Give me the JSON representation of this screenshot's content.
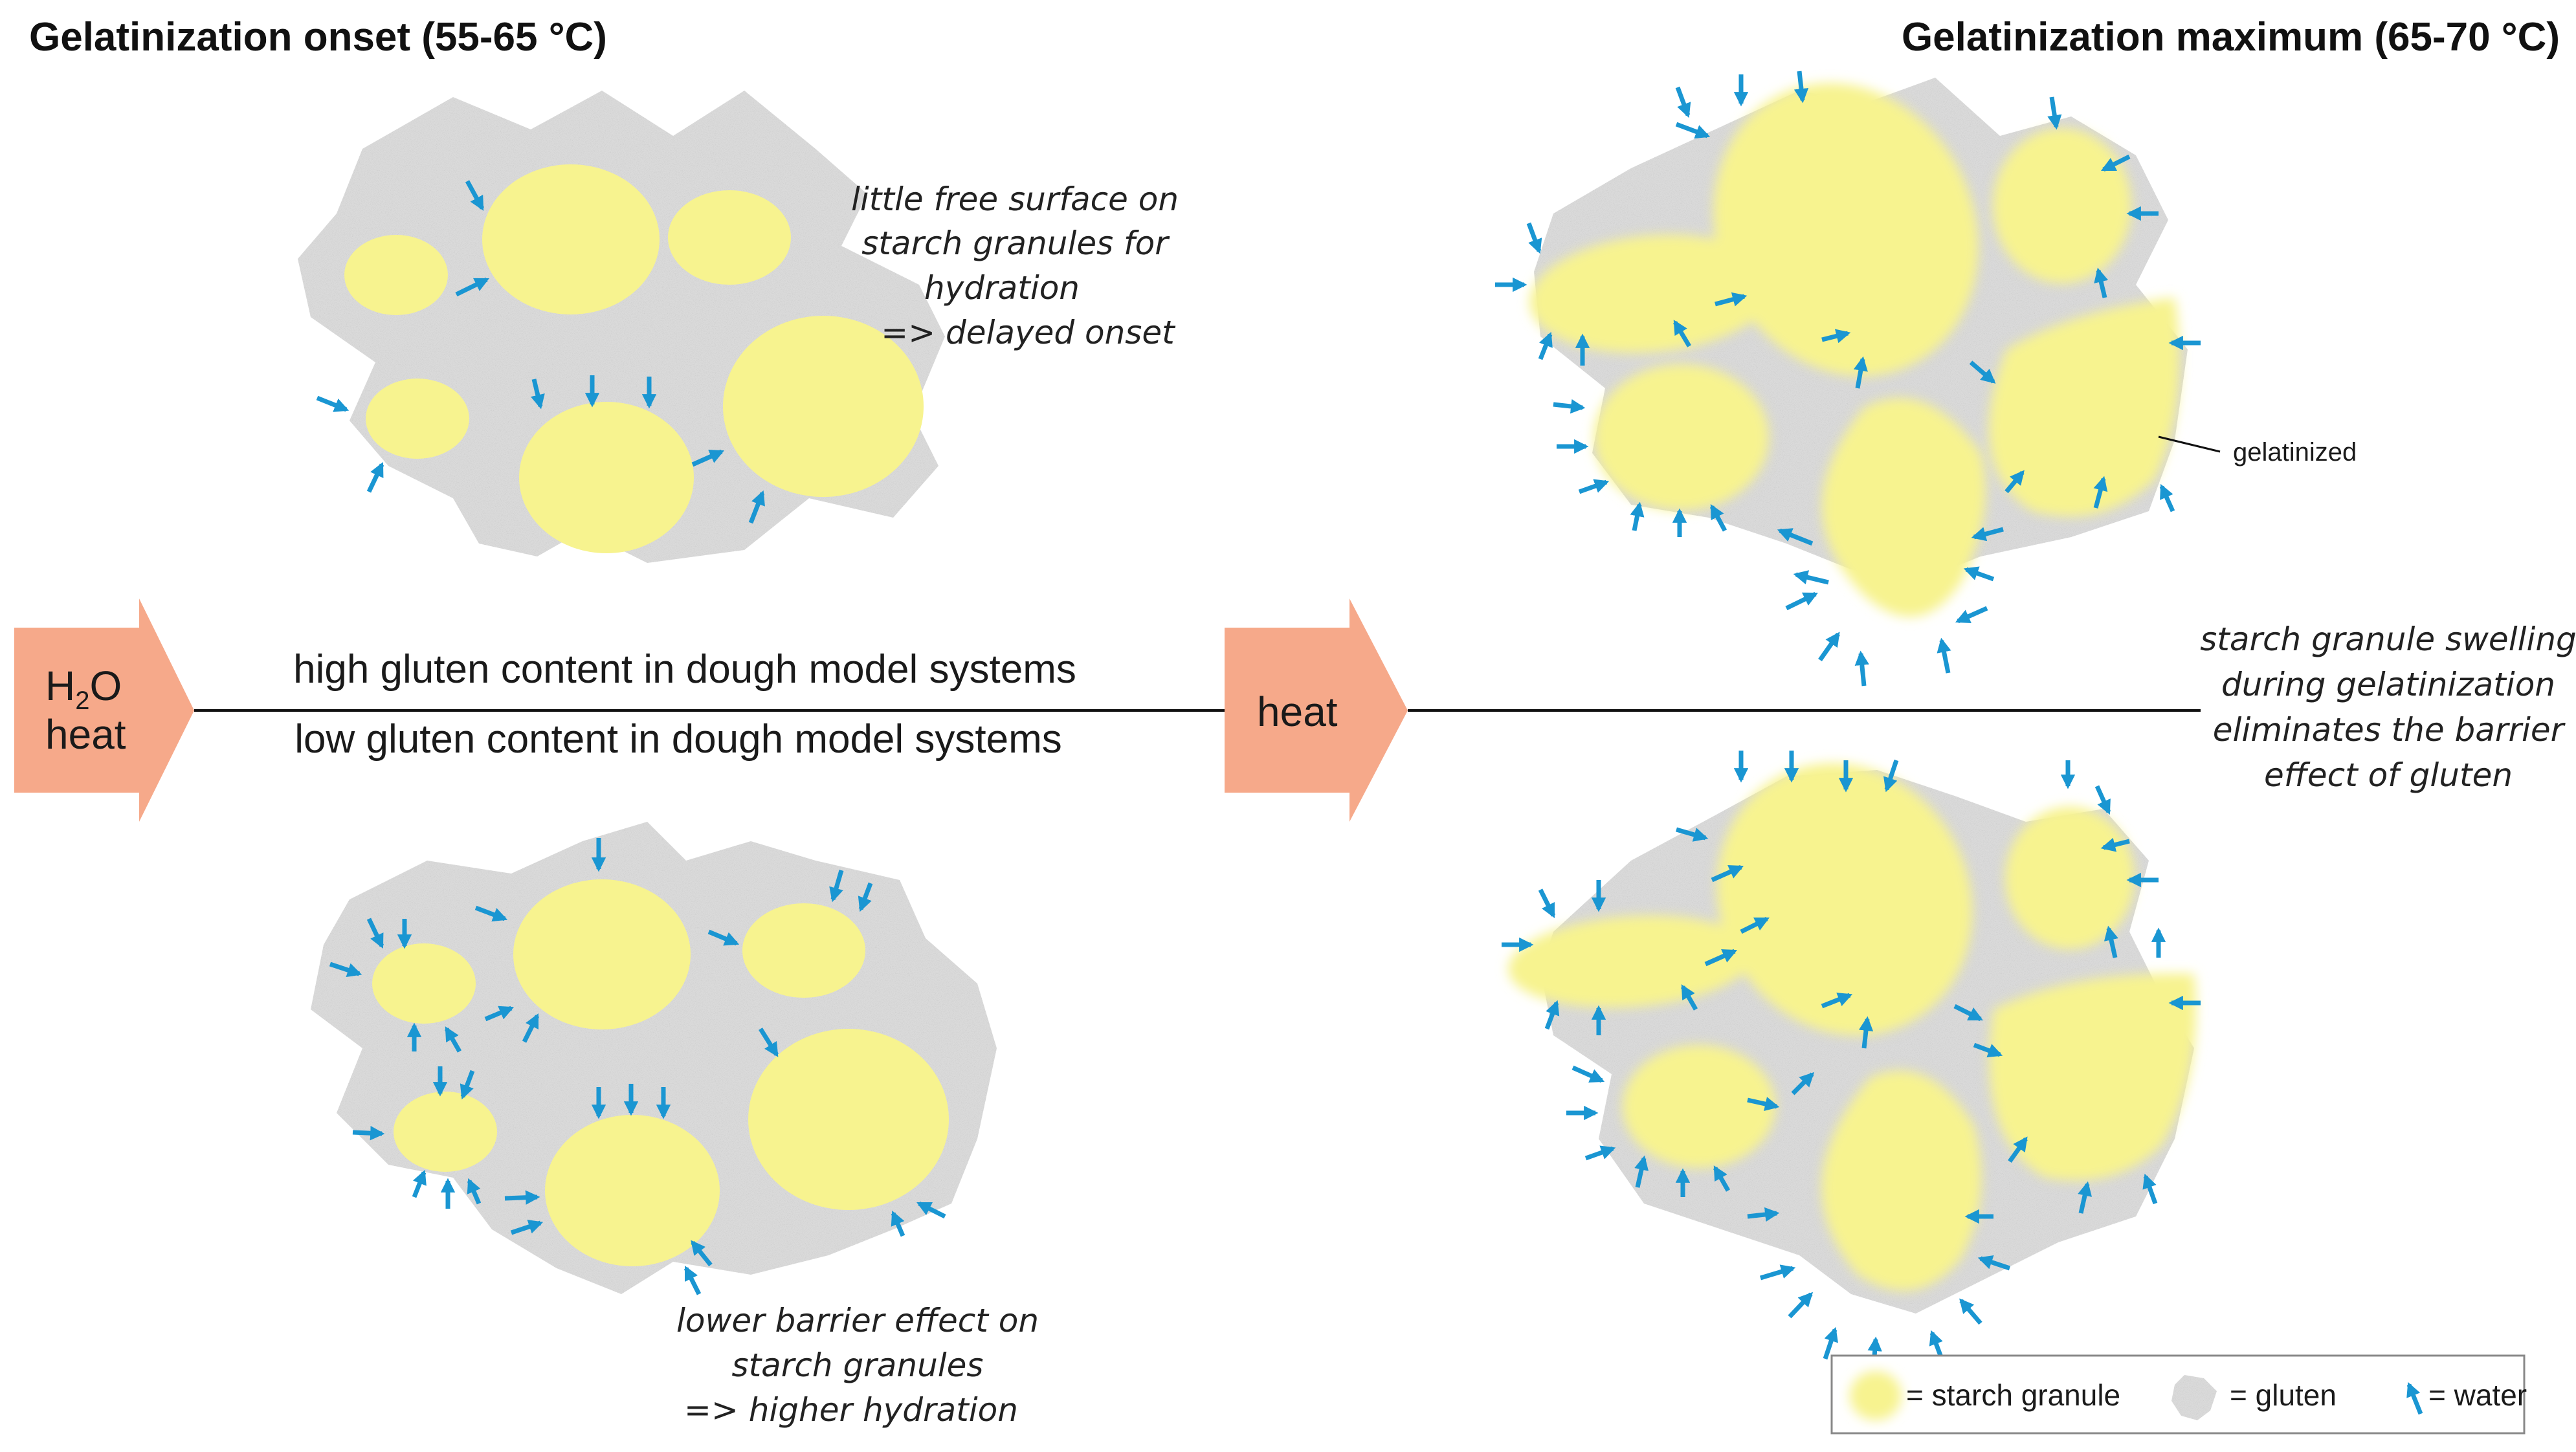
{
  "titles": {
    "left": "Gelatinization onset (55-65 °C)",
    "right": "Gelatinization maximum (65-70 °C)"
  },
  "notes": {
    "top_left": [
      "little free surface on",
      "starch granules for",
      "hydration",
      "=> delayed onset"
    ],
    "bottom_left": [
      "lower barrier effect on",
      "starch granules",
      "=> higher hydration"
    ],
    "right": [
      "starch granule swelling",
      "during gelatinization",
      "eliminates  the barrier",
      "effect of gluten"
    ]
  },
  "axis": {
    "high": "high gluten content in dough model systems",
    "low": "low gluten content in dough model systems"
  },
  "arrows": {
    "first_line1_main": "H",
    "first_line1_sub": "2",
    "first_line1_end": "O",
    "first_line2": "heat",
    "second": "heat"
  },
  "callout": "gelatinized",
  "legend": {
    "starch": "= starch granule",
    "gluten": "= gluten",
    "water": "= water"
  },
  "colors": {
    "starch": "#f7f38f",
    "gluten": "#d9d9d9",
    "water": "#1a96d2",
    "arrow_fill": "#f6a98a"
  },
  "icons": {
    "starch": "yellow-ellipse",
    "gluten": "gray-speckle-blob",
    "water": "blue-arrow"
  }
}
